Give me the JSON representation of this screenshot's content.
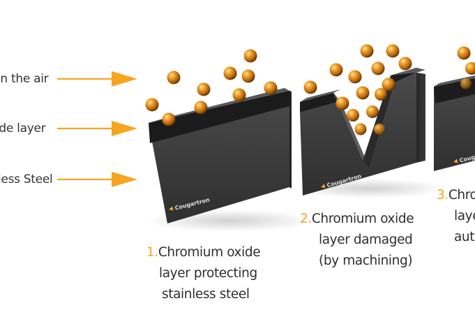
{
  "left_labels": [
    {
      "text": "in the air"
    },
    {
      "text": "ide layer"
    },
    {
      "text": "less Steel"
    }
  ],
  "captions": [
    {
      "number": "1.",
      "lines": [
        "Chromium oxide",
        "layer protecting",
        "stainless steel"
      ]
    },
    {
      "number": "2.",
      "lines": [
        "Chromium oxide",
        "layer damaged",
        "(by machining)"
      ]
    },
    {
      "number": "3.",
      "lines": [
        "Chro",
        "laye",
        "auto"
      ]
    }
  ],
  "brand": {
    "name": "Cougartron"
  },
  "colors": {
    "arrow": "#f7a520",
    "caption_number": "#f5a623",
    "block_front": "#3d3d3d",
    "oxide_layer": "#1c1c1c",
    "particle": "#e08e1c",
    "text": "#333333"
  }
}
